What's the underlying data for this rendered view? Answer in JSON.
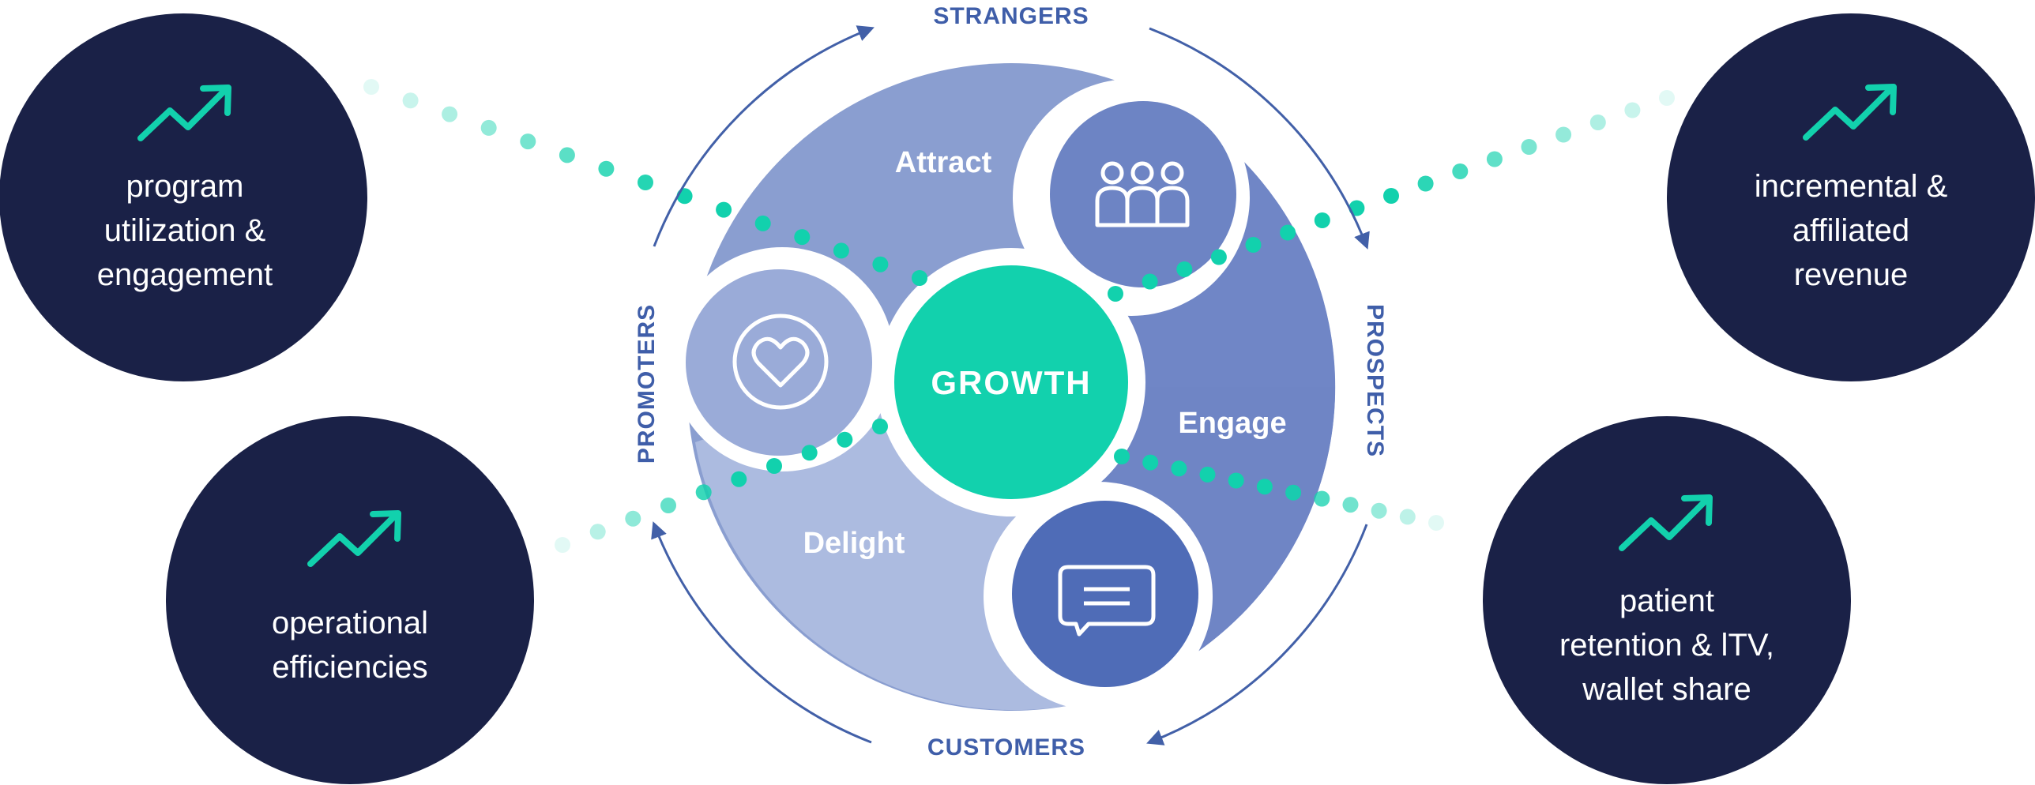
{
  "labels": {
    "strangers": "STRANGERS",
    "prospects": "PROSPECTS",
    "customers": "CUSTOMERS",
    "promoters": "PROMOTERS"
  },
  "stages": {
    "attract": "Attract",
    "engage": "Engage",
    "delight": "Delight",
    "center": "GROWTH"
  },
  "outcomes": {
    "top_left": [
      "program",
      "utilization &",
      "engagement"
    ],
    "bottom_left": [
      "operational",
      "efficiencies"
    ],
    "top_right": [
      "incremental &",
      "affiliated",
      "revenue"
    ],
    "bottom_right": [
      "patient",
      "retention & lTV,",
      "wallet share"
    ]
  },
  "icons": {
    "attract": "people-group-icon",
    "engage": "chat-bubble-icon",
    "delight": "heart-icon",
    "outcome": "trend-up-icon"
  },
  "colors": {
    "navy": "#1a2147",
    "teal": "#12d1ad",
    "attract_blue": "#8a9ed0",
    "engage_blue": "#7086c6",
    "delight_blue": "#acbbe0",
    "label_blue": "#3f5ea9",
    "arrow_blue": "#4260a8"
  }
}
